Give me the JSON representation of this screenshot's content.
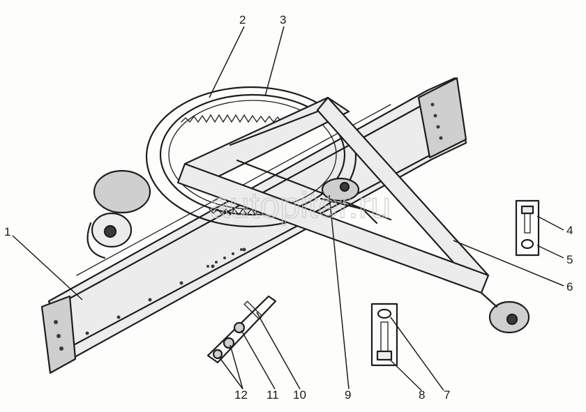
{
  "callouts": {
    "c1": "1",
    "c2": "2",
    "c3": "3",
    "c4": "4",
    "c5": "5",
    "c6": "6",
    "c7": "7",
    "c8": "8",
    "c9": "9",
    "c10": "10",
    "c11": "11",
    "c12": "12"
  },
  "watermark": "autopiter.ru"
}
